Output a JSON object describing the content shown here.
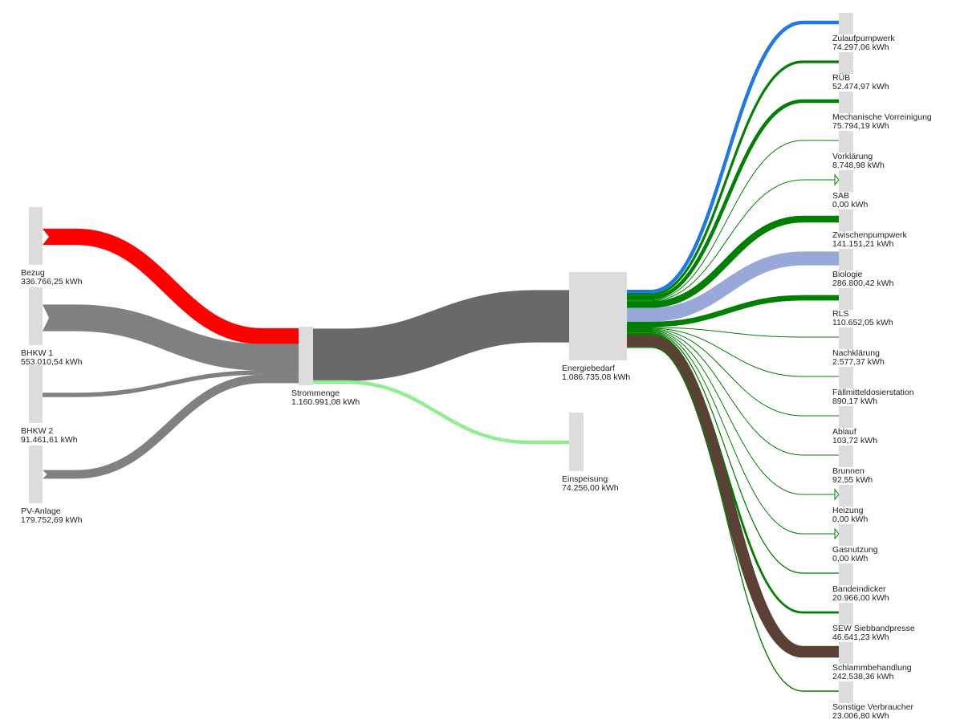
{
  "sankey": {
    "unit": "kWh",
    "nodes": [
      {
        "id": "bezug",
        "name": "Bezug",
        "value_label": "336.766,25 kWh"
      },
      {
        "id": "bhkw1",
        "name": "BHKW 1",
        "value_label": "553.010,54 kWh"
      },
      {
        "id": "bhkw2",
        "name": "BHKW 2",
        "value_label": "91.461,61 kWh"
      },
      {
        "id": "pv",
        "name": "PV-Anlage",
        "value_label": "179.752,69 kWh"
      },
      {
        "id": "strom",
        "name": "Strommenge",
        "value_label": "1.160.991,08 kWh"
      },
      {
        "id": "energie",
        "name": "Energiebedarf",
        "value_label": "1.086.735,08 kWh"
      },
      {
        "id": "einsp",
        "name": "Einspeisung",
        "value_label": "74.256,00 kWh"
      },
      {
        "id": "r0",
        "name": "Zulaufpumpwerk",
        "value_label": "74.297,06 kWh"
      },
      {
        "id": "r1",
        "name": "RÜB",
        "value_label": "52.474,97 kWh"
      },
      {
        "id": "r2",
        "name": "Mechanische Vorreinigung",
        "value_label": "75.794,19 kWh"
      },
      {
        "id": "r3",
        "name": "Vorklärung",
        "value_label": "8.748,98 kWh"
      },
      {
        "id": "r4",
        "name": "SAB",
        "value_label": "0,00 kWh"
      },
      {
        "id": "r5",
        "name": "Zwischenpumpwerk",
        "value_label": "141.151,21 kWh"
      },
      {
        "id": "r6",
        "name": "Biologie",
        "value_label": "286.800,42 kWh"
      },
      {
        "id": "r7",
        "name": "RLS",
        "value_label": "110.652,05 kWh"
      },
      {
        "id": "r8",
        "name": "Nachklärung",
        "value_label": "2.577,37 kWh"
      },
      {
        "id": "r9",
        "name": "Fällmitteldosierstation",
        "value_label": "890,17 kWh"
      },
      {
        "id": "r10",
        "name": "Ablauf",
        "value_label": "103,72 kWh"
      },
      {
        "id": "r11",
        "name": "Brunnen",
        "value_label": "92,55 kWh"
      },
      {
        "id": "r12",
        "name": "Heizung",
        "value_label": "0,00 kWh"
      },
      {
        "id": "r13",
        "name": "Gasnutzung",
        "value_label": "0,00 kWh"
      },
      {
        "id": "r14",
        "name": "Bandeindicker",
        "value_label": "20.966,00 kWh"
      },
      {
        "id": "r15",
        "name": "SEW Siebbandpresse",
        "value_label": "46.641,23 kWh"
      },
      {
        "id": "r16",
        "name": "Schlammbehandlung",
        "value_label": "242.538,36 kWh"
      },
      {
        "id": "r17",
        "name": "Sonstige Verbraucher",
        "value_label": "23.006,80 kWh"
      }
    ],
    "links": [
      {
        "source": "bezug",
        "target": "strom",
        "value": 336766.25,
        "color": "#ff0000"
      },
      {
        "source": "bhkw1",
        "target": "strom",
        "value": 553010.54,
        "color": "#808080"
      },
      {
        "source": "bhkw2",
        "target": "strom",
        "value": 91461.61,
        "color": "#808080"
      },
      {
        "source": "pv",
        "target": "strom",
        "value": 179752.69,
        "color": "#808080"
      },
      {
        "source": "strom",
        "target": "energie",
        "value": 1086735.08,
        "color": "#696969"
      },
      {
        "source": "strom",
        "target": "einsp",
        "value": 74256.0,
        "color": "#90ee90"
      },
      {
        "source": "energie",
        "target": "r0",
        "value": 74297.06,
        "color": "#1e78e6"
      },
      {
        "source": "energie",
        "target": "r1",
        "value": 52474.97,
        "color": "#008000"
      },
      {
        "source": "energie",
        "target": "r2",
        "value": 75794.19,
        "color": "#008000"
      },
      {
        "source": "energie",
        "target": "r3",
        "value": 8748.98,
        "color": "#008000"
      },
      {
        "source": "energie",
        "target": "r4",
        "value": 0,
        "color": "#008000"
      },
      {
        "source": "energie",
        "target": "r5",
        "value": 141151.21,
        "color": "#008000"
      },
      {
        "source": "energie",
        "target": "r6",
        "value": 286800.42,
        "color": "#98a8d8"
      },
      {
        "source": "energie",
        "target": "r7",
        "value": 110652.05,
        "color": "#008000"
      },
      {
        "source": "energie",
        "target": "r8",
        "value": 2577.37,
        "color": "#008000"
      },
      {
        "source": "energie",
        "target": "r9",
        "value": 890.17,
        "color": "#008000"
      },
      {
        "source": "energie",
        "target": "r10",
        "value": 103.72,
        "color": "#008000"
      },
      {
        "source": "energie",
        "target": "r11",
        "value": 92.55,
        "color": "#008000"
      },
      {
        "source": "energie",
        "target": "r12",
        "value": 0,
        "color": "#008000"
      },
      {
        "source": "energie",
        "target": "r13",
        "value": 0,
        "color": "#008000"
      },
      {
        "source": "energie",
        "target": "r14",
        "value": 20966.0,
        "color": "#008000"
      },
      {
        "source": "energie",
        "target": "r15",
        "value": 46641.23,
        "color": "#008000"
      },
      {
        "source": "energie",
        "target": "r16",
        "value": 242538.36,
        "color": "#5a4035"
      },
      {
        "source": "energie",
        "target": "r17",
        "value": 23006.8,
        "color": "#008000"
      }
    ],
    "node_color": "#dcdcdc"
  }
}
